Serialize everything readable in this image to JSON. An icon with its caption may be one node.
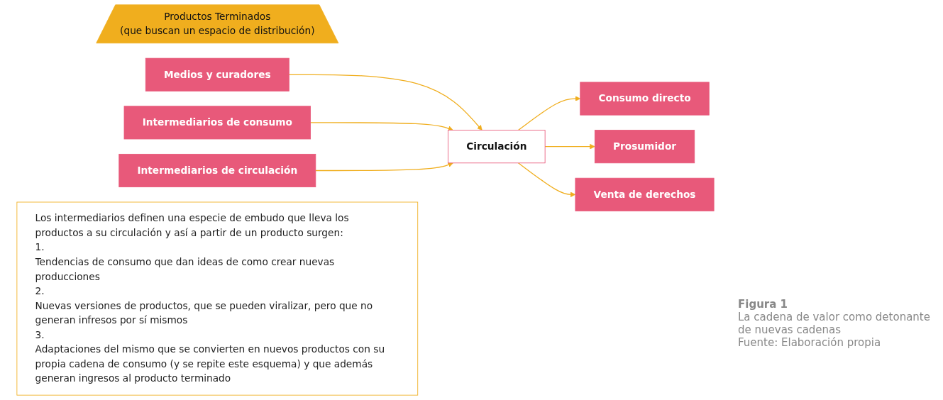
{
  "diagram": {
    "nodes": [
      {
        "text": [
          "Productos Terminados",
          "(que buscan un espacio de distribución)"
        ]
      },
      {
        "text": [
          "Medios y curadores"
        ]
      },
      {
        "text": [
          "Intermediarios de consumo"
        ]
      },
      {
        "text": [
          "Intermediarios de circulación"
        ]
      },
      {
        "text": [
          "Circulación"
        ]
      },
      {
        "text": [
          "Consumo directo"
        ]
      },
      {
        "text": [
          "Prosumidor"
        ]
      },
      {
        "text": [
          "Venta de derechos"
        ]
      },
      {
        "text": [
          "Los intermediarios definen una especie de embudo que lleva los productos a su circulación y así a partir de un producto surgen:",
          "1.",
          "Tendencias de consumo que dan ideas de como crear nuevas producciones",
          "2.",
          "Nuevas versiones de productos, que se pueden viralizar, pero que no generan infresos por sí mismos",
          "3.",
          "Adaptaciones del mismo que se convierten en nuevos productos con su propia cadena de consumo (y se repite este esquema) y que además generan ingresos al producto terminado"
        ]
      }
    ],
    "edges": [
      {
        "from": 1,
        "to": 4,
        "arrow": "to"
      },
      {
        "from": 2,
        "to": 4,
        "arrow": "to"
      },
      {
        "from": 3,
        "to": 4,
        "arrow": "to"
      },
      {
        "from": 4,
        "to": 5,
        "arrow": "to"
      },
      {
        "from": 4,
        "to": 6,
        "arrow": "to"
      },
      {
        "from": 4,
        "to": 7,
        "arrow": "to"
      }
    ],
    "labels": [
      "Figura 1",
      "La cadena de valor como detonante de nuevas cadenas",
      "Fuente: Elaboración propia"
    ]
  }
}
